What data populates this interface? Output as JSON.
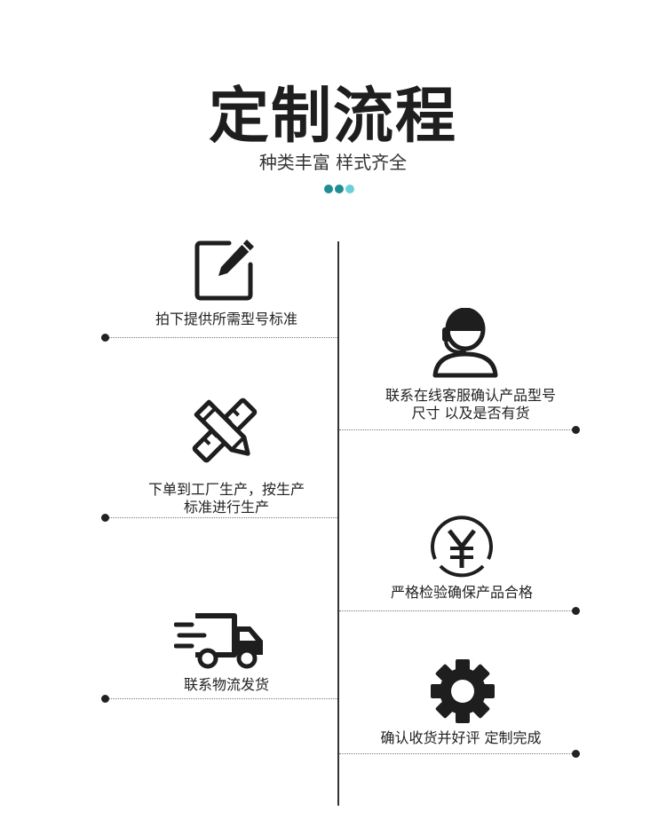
{
  "header": {
    "title": "定制流程",
    "subtitle": "种类丰富 样式齐全"
  },
  "colors": {
    "accent": "#1f8e94",
    "accent_light": "#6ad0db",
    "text": "#222222"
  },
  "steps": [
    {
      "icon": "edit-icon",
      "lines": [
        "拍下提供所需型号标准"
      ]
    },
    {
      "icon": "customer-service-icon",
      "lines": [
        "联系在线客服确认产品型号",
        "尺寸 以及是否有货"
      ]
    },
    {
      "icon": "pencil-ruler-icon",
      "lines": [
        "下单到工厂生产，按生产",
        "标准进行生产"
      ]
    },
    {
      "icon": "yen-icon",
      "lines": [
        "严格检验确保产品合格"
      ]
    },
    {
      "icon": "delivery-truck-icon",
      "lines": [
        "联系物流发货"
      ]
    },
    {
      "icon": "gear-icon",
      "lines": [
        "确认收货并好评 定制完成"
      ]
    }
  ]
}
